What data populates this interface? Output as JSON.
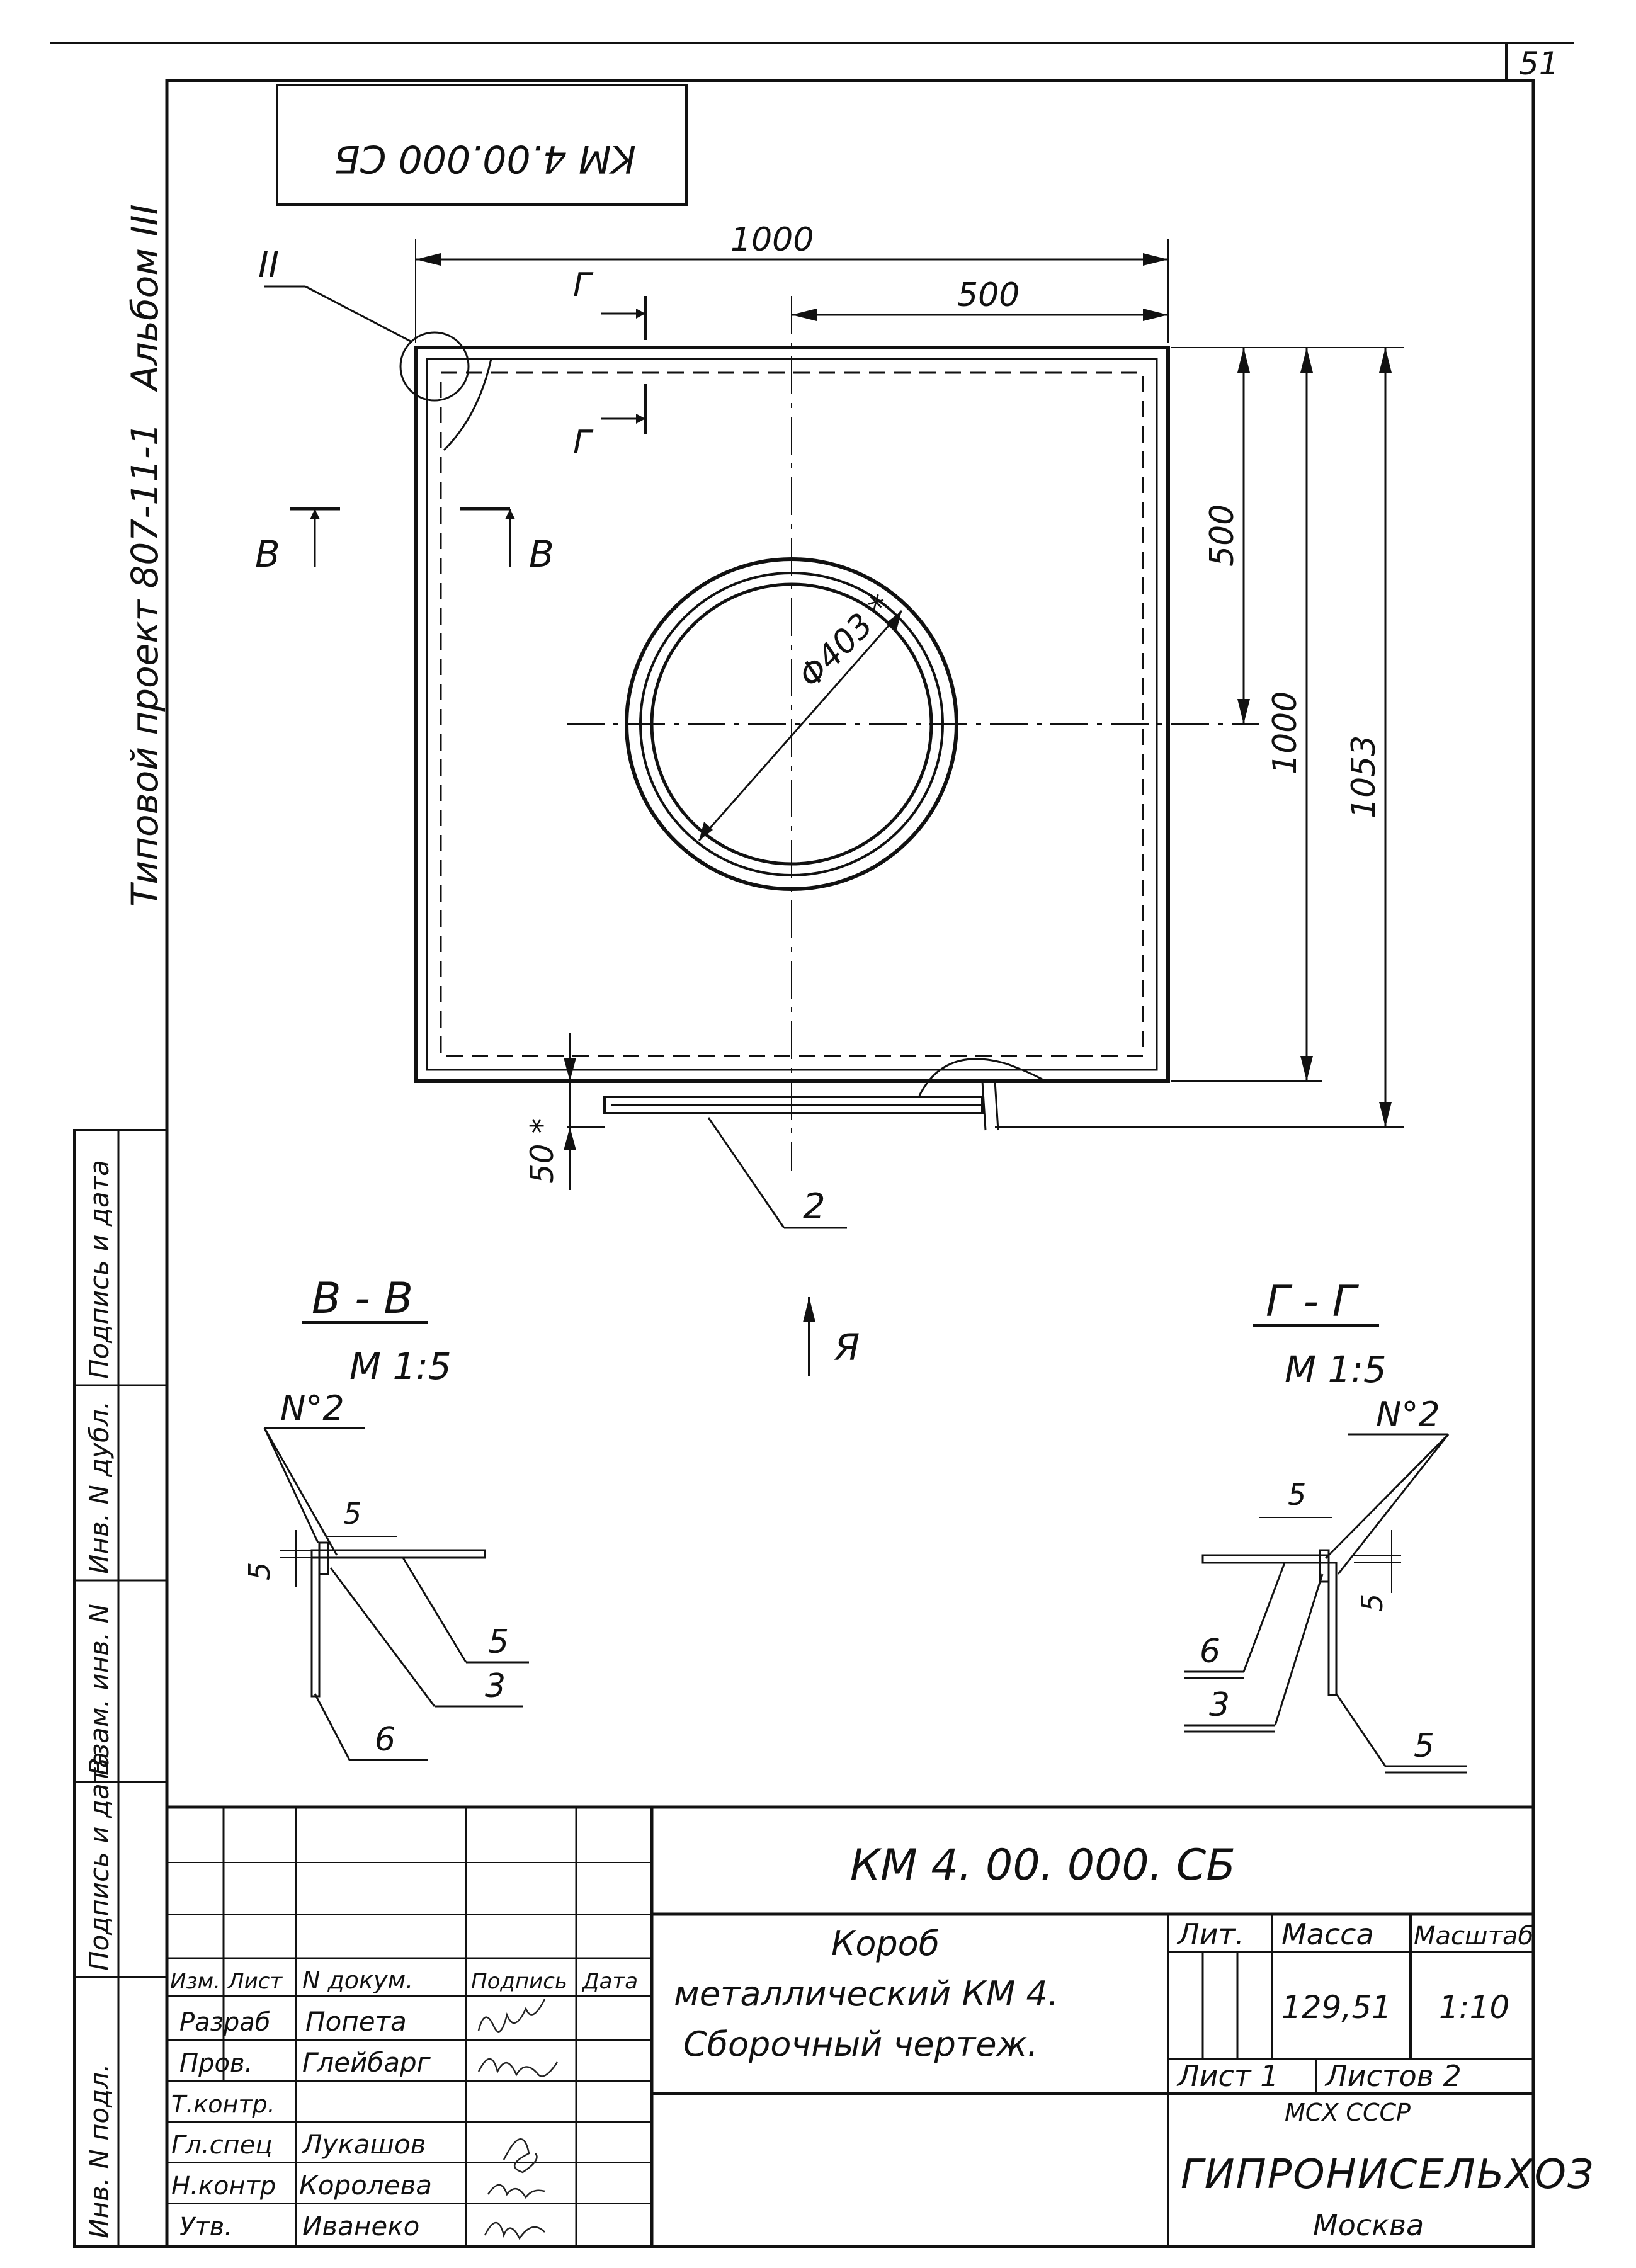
{
  "sheet_number": "51",
  "code_rotated": "KM 4.00.000 СБ",
  "side": {
    "project": "Типовой проект 807-11-1",
    "album": "Альбом III",
    "fields": [
      "Инв. N подл.",
      "Подпись и дата",
      "Взам. инв. N",
      "Инв. N дубл.",
      "Подпись и дата"
    ]
  },
  "main_view": {
    "dim_width": "1000",
    "dim_half": "500",
    "dim_v_half": "500",
    "dim_v_full": "1000",
    "dim_v_total": "1053",
    "dim_diameter": "Φ403 *",
    "dim_flange": "50 *",
    "label_node": "II",
    "label_cut_g": "Г",
    "label_cut_v": "В",
    "label_view": "Я",
    "callout_2": "2"
  },
  "section_vv": {
    "title": "В - В",
    "scale": "М 1:5",
    "no": "N°2",
    "dim_5a": "5",
    "dim_5b": "5",
    "callout_5": "5",
    "callout_3": "3",
    "callout_6": "6"
  },
  "section_gg": {
    "title": "Г - Г",
    "scale": "М 1:5",
    "no": "N°2",
    "dim_5a": "5",
    "dim_5b": "5",
    "callout_6": "6",
    "callout_3": "3",
    "callout_5": "5"
  },
  "title_block": {
    "code": "КМ 4. 00. 000. СБ",
    "title_line1": "Короб",
    "title_line2": "металлический КМ 4.",
    "title_line3": "Сборочный чертеж.",
    "col_lit": "Лит.",
    "col_mass": "Масса",
    "col_scale": "Масштаб",
    "mass": "129,51",
    "scale": "1:10",
    "sheet": "Лист 1",
    "sheets": "Листов 2",
    "ministry": "МСХ СССР",
    "org": "ГИПРОНИСЕЛЬХОЗ",
    "city": "Москва",
    "headers": [
      "Изм.",
      "Лист",
      "N докум.",
      "Подпись",
      "Дата"
    ],
    "roles": [
      "Разраб",
      "Пров.",
      "Т.контр.",
      "Гл.спец",
      "Н.контр",
      "Утв."
    ],
    "names": [
      "Попета",
      "Глейбарг",
      "",
      "Лукашов",
      "Королева",
      "Иванеко"
    ]
  }
}
